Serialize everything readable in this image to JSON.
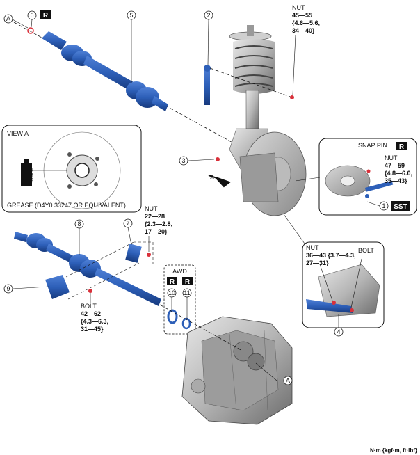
{
  "callouts": {
    "n1": "1",
    "n2": "2",
    "n3": "3",
    "n4": "4",
    "n5": "5",
    "n6": "6",
    "n7": "7",
    "n8": "8",
    "n9": "9",
    "n10": "10",
    "n11": "11",
    "a_top": "A",
    "a_bottom": "A",
    "a_arrow": "A"
  },
  "badges": {
    "r": "R",
    "sst": "SST",
    "awd": "AWD"
  },
  "view_a": {
    "title": "VIEW A",
    "grease_can": "GREASE",
    "grease_note": "GREASE (D4Y0 33247 OR EQUIVALENT)"
  },
  "torque_top_nut": {
    "label": "NUT",
    "l1": "45—55",
    "l2": "{4.6—5.6,",
    "l3": "34—40}"
  },
  "snap_pin": {
    "label": "SNAP PIN",
    "nut_label": "NUT",
    "l1": "47—59",
    "l2": "{4.8—6.0,",
    "l3": "35—43}"
  },
  "torque_mid_nut": {
    "label": "NUT",
    "l1": "22—28",
    "l2": "{2.3—2.8,",
    "l3": "17—20}"
  },
  "torque_bolt": {
    "label": "BOLT",
    "l1": "42—62",
    "l2": "{4.3—6.3,",
    "l3": "31—45}"
  },
  "detail_nut": {
    "label": "NUT",
    "l1": "36—43 {3.7—4.3,",
    "l2": "27—31}",
    "bolt_label": "BOLT"
  },
  "units": "N·m {kgf·m, ft·lbf}",
  "colors": {
    "part_blue": "#2d5fb8",
    "part_dark": "#1c3f86",
    "highlight_red": "#d9303a"
  }
}
